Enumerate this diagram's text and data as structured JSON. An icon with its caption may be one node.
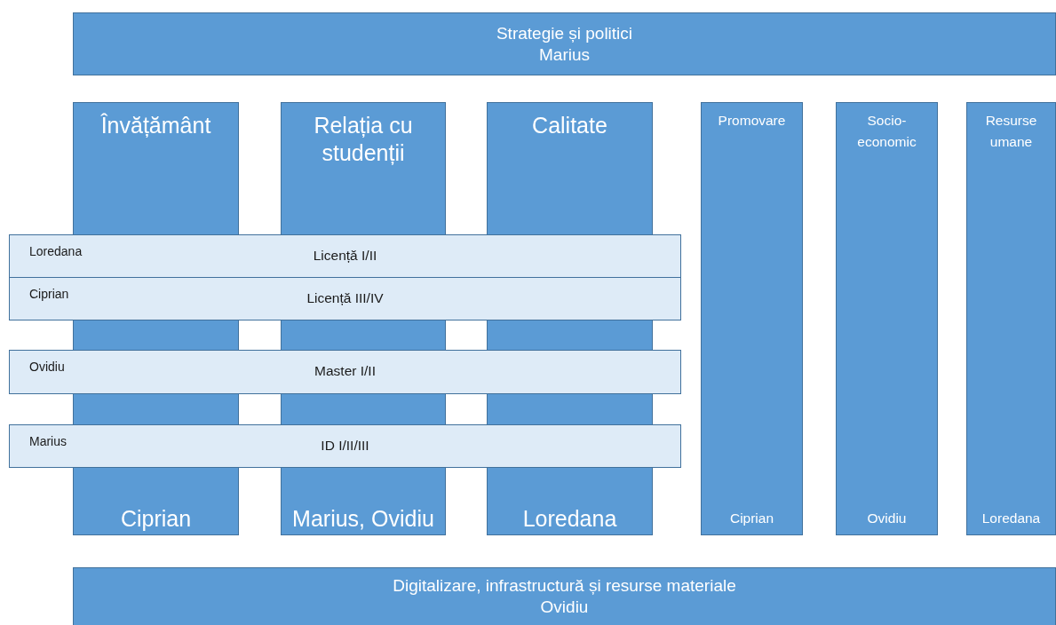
{
  "diagram": {
    "nodes": [
      {
        "text": [
          "Strategie și politici",
          "Marius"
        ]
      },
      {
        "text": [
          "Învățământ",
          "Ciprian"
        ]
      },
      {
        "text": [
          "Relația cu studenții",
          "Marius, Ovidiu"
        ]
      },
      {
        "text": [
          "Calitate",
          "Loredana"
        ]
      },
      {
        "text": [
          "Promovare",
          "Ciprian"
        ]
      },
      {
        "text": [
          "Socio-economic",
          "Ovidiu"
        ]
      },
      {
        "text": [
          "Resurse umane",
          "Loredana"
        ]
      },
      {
        "text": [
          "Loredana",
          "Licență I/II"
        ]
      },
      {
        "text": [
          "Ciprian",
          "Licență III/IV"
        ]
      },
      {
        "text": [
          "Ovidiu",
          "Master I/II"
        ]
      },
      {
        "text": [
          "Marius",
          "ID I/II/III"
        ]
      },
      {
        "text": [
          "Digitalizare, infrastructură și resurse materiale",
          "Ovidiu"
        ]
      }
    ]
  }
}
